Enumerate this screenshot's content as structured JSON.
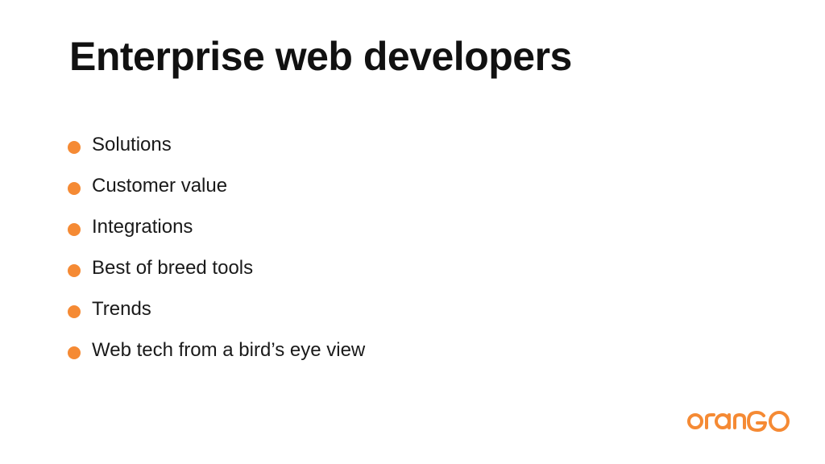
{
  "slide": {
    "title": "Enterprise web developers",
    "bullets": [
      "Solutions",
      "Customer value",
      "Integrations",
      "Best of breed tools",
      "Trends",
      "Web tech from a bird’s eye view"
    ],
    "logo_text": "orango"
  },
  "colors": {
    "accent": "#f58a34",
    "text": "#1a1a1a",
    "background": "#ffffff"
  },
  "icons": {
    "bullet": "orange-dot-icon",
    "logo": "orango-logo"
  }
}
